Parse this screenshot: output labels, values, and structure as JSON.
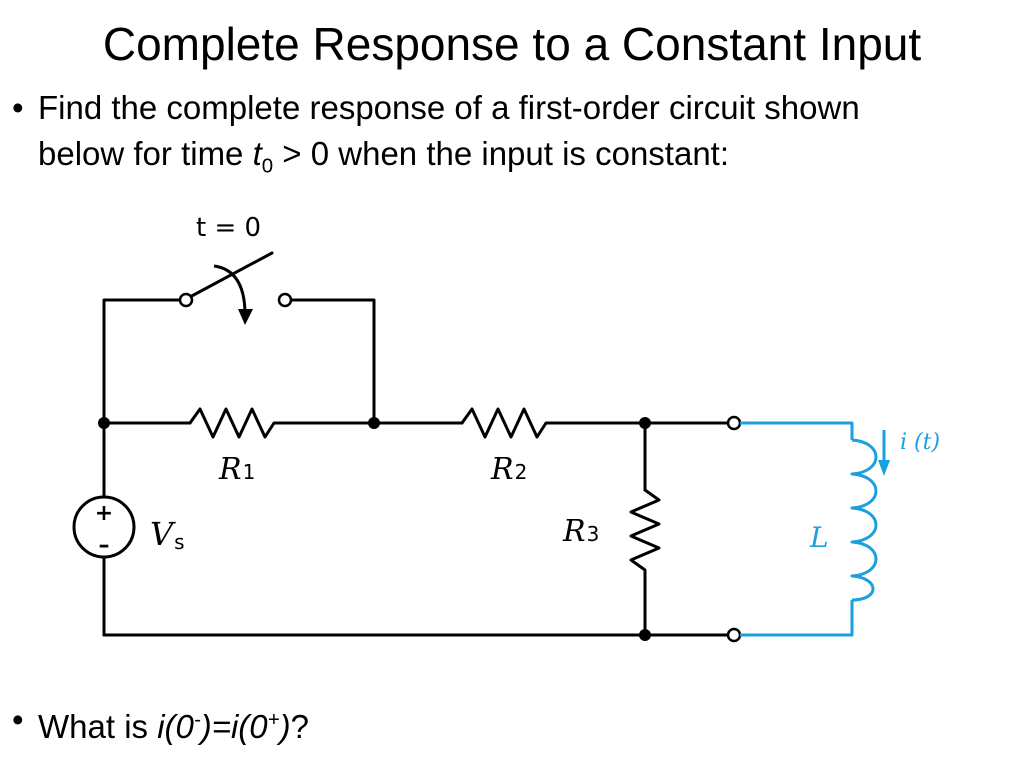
{
  "slide": {
    "title": "Complete Response to a Constant Input",
    "bullet1": {
      "line1": "Find the complete response of a first-order circuit shown",
      "line2_pre": "below for time ",
      "line2_var": "t",
      "line2_sub": "0",
      "line2_post": " > 0 when the input is constant:"
    },
    "bullet2": {
      "pre": "What is ",
      "expr_a": "i(0",
      "sup_a": "-",
      "expr_b": ")=i(0",
      "sup_b": "+",
      "expr_c": ")",
      "post": "?"
    }
  },
  "circuit": {
    "switch_label": "t = 0",
    "r1": "R",
    "r1_sub": "1",
    "r2": "R",
    "r2_sub": "2",
    "r3": "R",
    "r3_sub": "3",
    "source_plus": "+",
    "source_minus": "–",
    "vs": "V",
    "vs_sub": "s",
    "inductor": "L",
    "current": "i (t)",
    "colors": {
      "wire": "#000000",
      "inductor_branch": "#1a9fe0"
    }
  }
}
